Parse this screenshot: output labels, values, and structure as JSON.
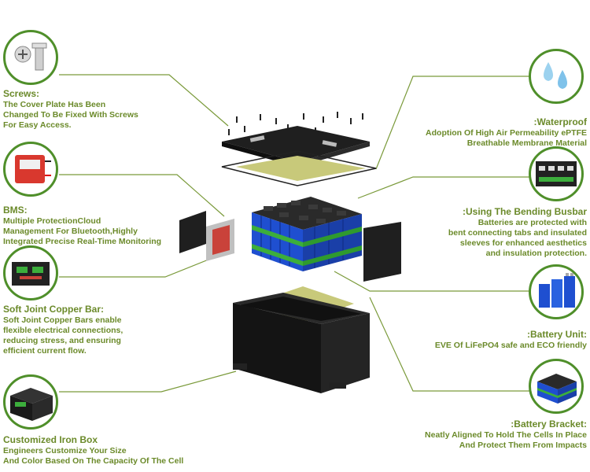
{
  "labels": {
    "screws": {
      "title": "Screws:",
      "desc": "The Cover Plate Has Been\n Changed To Be Fixed With Screws\n For Easy Access."
    },
    "bms": {
      "title": "BMS:",
      "desc": "Multiple ProtectionCloud\nManagement For Bluetooth,Highly\nIntegrated Precise Real-Time Monitoring"
    },
    "copper": {
      "title": "Soft Joint Copper Bar:",
      "desc": "Soft Joint Copper Bars enable\nflexible electrical connections,\nreducing stress, and ensuring\nefficient current flow."
    },
    "ironbox": {
      "title": "Customized Iron Box",
      "desc": "Engineers Customize Your Size\nAnd Color Based On The Capacity Of The Cell"
    },
    "waterproof": {
      "title": ":Waterproof",
      "desc": "Adoption Of High Air Permeability ePTFE\nBreathable Membrane Material"
    },
    "busbar": {
      "title": ":Using The Bending Busbar",
      "desc": "Batteries are protected with\nbent connecting tabs and insulated\nsleeves for enhanced aesthetics\nand insulation protection."
    },
    "unit": {
      "title": ":Battery Unit:",
      "desc": "EVE Of LiFePO4 safe and ECO friendly"
    },
    "bracket": {
      "title": ":Battery Bracket:",
      "desc": "Neatly Aligned To Hold The Cells In Place\nAnd Protect Them From Impacts"
    }
  },
  "colors": {
    "accent": "#6b8a2a",
    "circle_border": "#4f8f2a",
    "leader": "#7a9a3a",
    "cell_blue": "#1f4fd0",
    "band_green": "#3cae3c",
    "box_dark": "#1c1c1c"
  },
  "icons": {
    "screws": "screws-icon",
    "bms": "bms-board-icon",
    "copper": "copper-bar-icon",
    "ironbox": "iron-box-icon",
    "waterproof": "water-drops-icon",
    "busbar": "busbar-icon",
    "unit": "battery-cells-icon",
    "bracket": "battery-bracket-icon"
  }
}
